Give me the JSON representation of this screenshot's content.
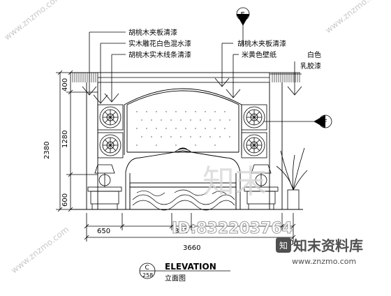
{
  "annotations": {
    "left": [
      "胡桃木夹板清漆",
      "实木雕花白色混水漆",
      "胡桃木实木线条清漆"
    ],
    "right": [
      "胡桃木夹板清漆",
      "米黄色壁纸"
    ],
    "far_right": [
      "白色",
      "乳胶漆"
    ]
  },
  "section_markers": {
    "top": "E",
    "right": "F"
  },
  "dimensions": {
    "vertical_total": "2380",
    "vertical_segments": [
      "400",
      "1280",
      "600"
    ],
    "bottom_segments": [
      "650",
      "361",
      "200"
    ],
    "bottom_total": "3660"
  },
  "title_block": {
    "detail_letter": "C",
    "sheet_number": "258",
    "title_en": "ELEVATION",
    "title_cn": "立面图"
  },
  "watermark": {
    "id_text": "ID:832203764",
    "site_cn": "知末资料库",
    "url": "www.znzmo.com",
    "logo_chars": "知末"
  },
  "colors": {
    "line": "#000000",
    "paper": "#ffffff",
    "watermark": "#b9b9b9",
    "watermark_dark": "#505050"
  }
}
